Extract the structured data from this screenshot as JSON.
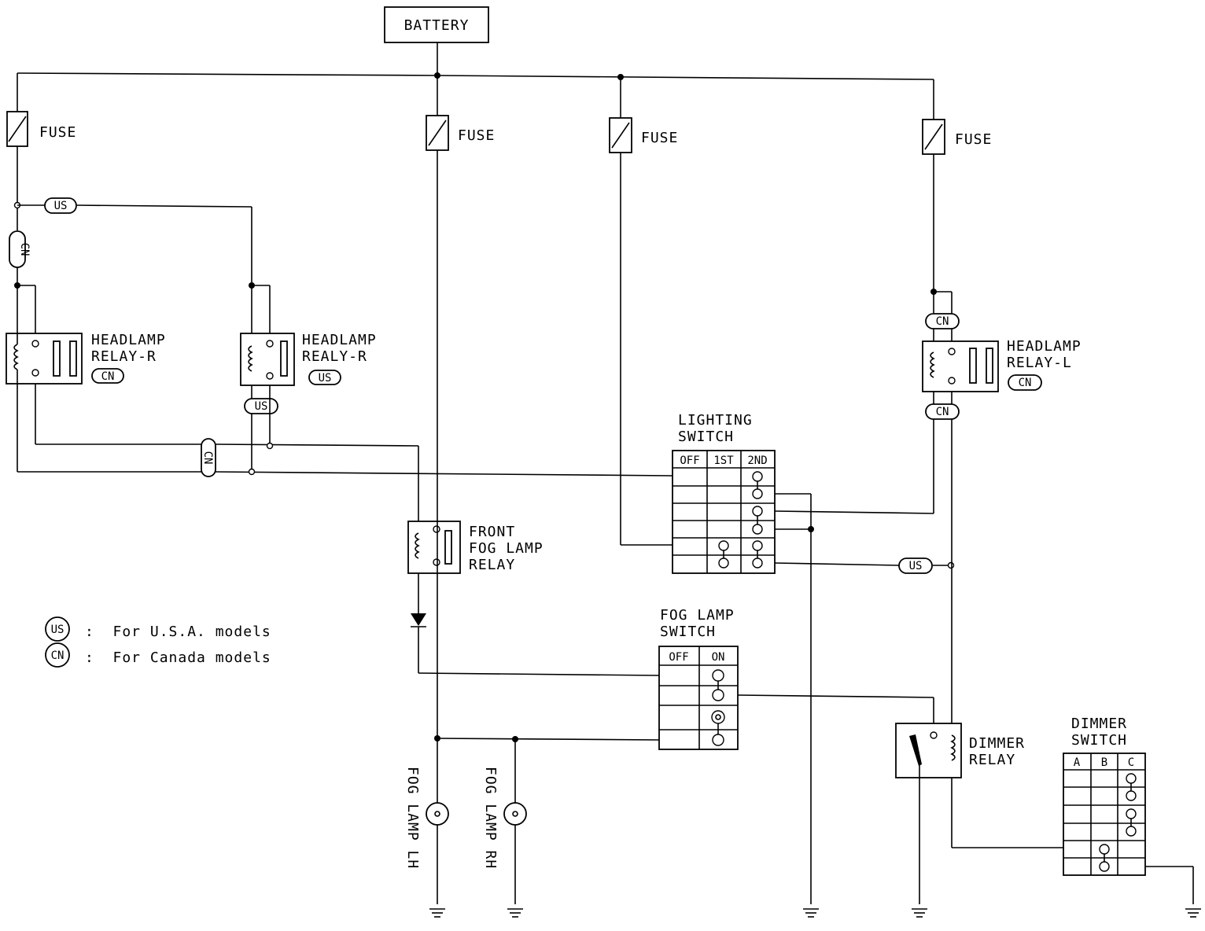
{
  "battery": "BATTERY",
  "fuse": "FUSE",
  "headlamp_relay_r_cn": {
    "line1": "HEADLAMP",
    "line2": "RELAY-R"
  },
  "headlamp_relay_r_us": {
    "line1": "HEADLAMP",
    "line2": "REALY-R"
  },
  "headlamp_relay_l": {
    "line1": "HEADLAMP",
    "line2": "RELAY-L"
  },
  "front_fog_lamp_relay": {
    "line1": "FRONT",
    "line2": "FOG LAMP",
    "line3": "RELAY"
  },
  "lighting_switch": {
    "line1": "LIGHTING",
    "line2": "SWITCH",
    "cols": [
      "OFF",
      "1ST",
      "2ND"
    ]
  },
  "fog_lamp_switch": {
    "line1": "FOG LAMP",
    "line2": "SWITCH",
    "cols": [
      "OFF",
      "ON"
    ]
  },
  "dimmer_relay": {
    "line1": "DIMMER",
    "line2": "RELAY"
  },
  "dimmer_switch": {
    "line1": "DIMMER",
    "line2": "SWITCH",
    "cols": [
      "A",
      "B",
      "C"
    ]
  },
  "fog_lamp_lh": "FOG LAMP LH",
  "fog_lamp_rh": "FOG LAMP RH",
  "tags": {
    "us": "US",
    "cn": "CN"
  },
  "legend": {
    "us_text": ":  For U.S.A. models",
    "cn_text": ":  For Canada models"
  }
}
